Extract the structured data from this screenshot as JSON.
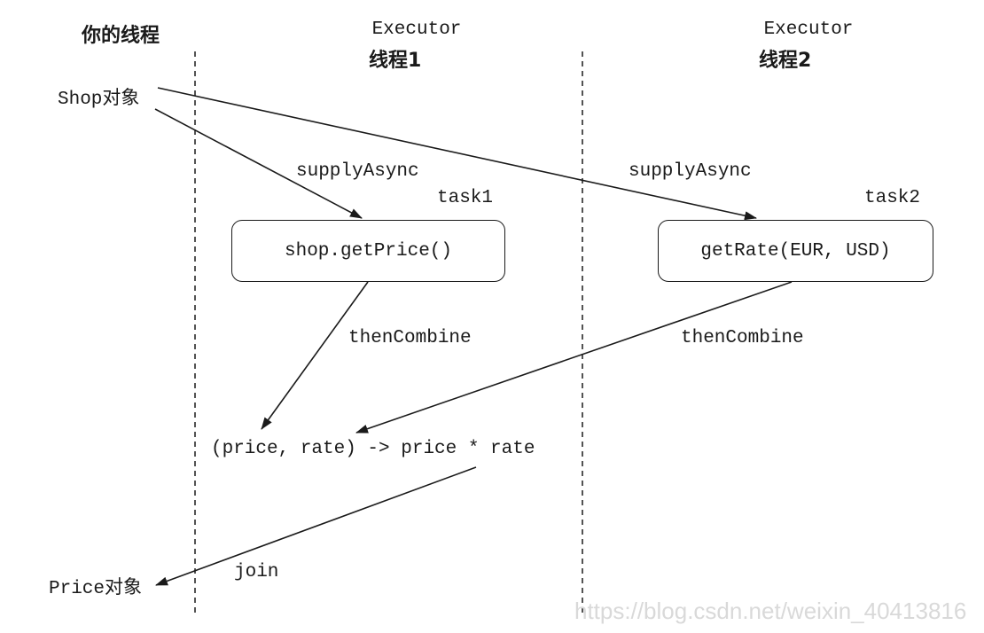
{
  "columns": {
    "your_thread": "你的线程",
    "executor1": {
      "line1": "Executor",
      "line2": "线程1"
    },
    "executor2": {
      "line1": "Executor",
      "line2": "线程2"
    }
  },
  "objects": {
    "shop": "Shop对象",
    "price": "Price对象"
  },
  "tasks": {
    "task1": {
      "label": "task1",
      "call": "shop.getPrice()"
    },
    "task2": {
      "label": "task2",
      "call": "getRate(EUR, USD)"
    }
  },
  "edges": {
    "supply1": "supplyAsync",
    "supply2": "supplyAsync",
    "combine1": "thenCombine",
    "combine2": "thenCombine",
    "join": "join"
  },
  "expression": "(price, rate) -> price * rate",
  "watermark": "https://blog.csdn.net/weixin_40413816"
}
